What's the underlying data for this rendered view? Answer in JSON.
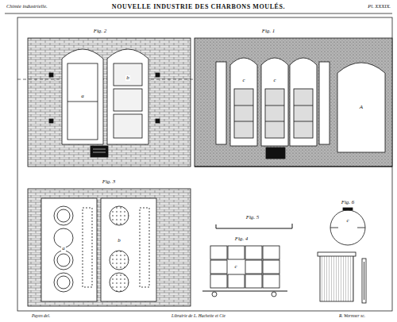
{
  "diagram": {
    "title": "NOUVELLE INDUSTRIE DES CHARBONS MOULÉS.",
    "labels": [
      "Chimie industrielle.",
      "Pl. XXXIX.",
      "Fig. 2",
      "Fig. 1",
      "Fig. 3",
      "Fig. 5",
      "Fig. 4",
      "Fig. 6",
      "Payen del.",
      "Librairie de L. Hachette et Cie",
      "R. Wormser sc.",
      "a",
      "b",
      "A",
      "c",
      "c",
      "a",
      "b",
      "c",
      "c"
    ]
  }
}
